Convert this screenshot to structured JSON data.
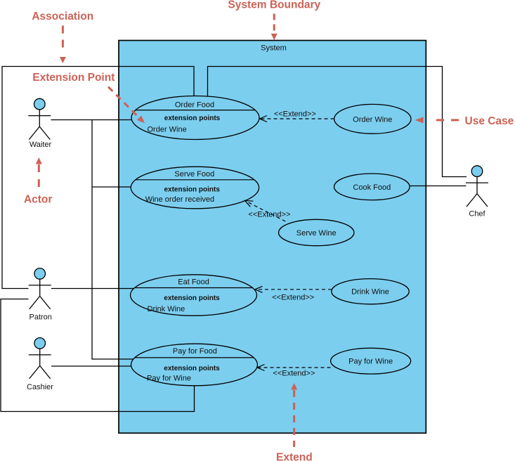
{
  "colors": {
    "background": "#ffffff",
    "shape-fill": "#7cceef",
    "shape-stroke": "#000000",
    "text": "#111111",
    "annotation": "#cc6256"
  },
  "system": {
    "label": "System"
  },
  "use_cases": {
    "order_food": {
      "title": "Order Food",
      "extension_header": "extension points",
      "extension_point": "Order Wine"
    },
    "serve_food": {
      "title": "Serve Food",
      "extension_header": "extension points",
      "extension_point": "Wine order received"
    },
    "eat_food": {
      "title": "Eat Food",
      "extension_header": "extension points",
      "extension_point": "Drink Wine"
    },
    "pay_for_food": {
      "title": "Pay for Food",
      "extension_header": "extension points",
      "extension_point": "Pay for Wine"
    },
    "order_wine": {
      "title": "Order Wine"
    },
    "cook_food": {
      "title": "Cook Food"
    },
    "serve_wine": {
      "title": "Serve Wine"
    },
    "drink_wine": {
      "title": "Drink Wine"
    },
    "pay_for_wine": {
      "title": "Pay for Wine"
    }
  },
  "actors": {
    "waiter": {
      "name": "Waiter"
    },
    "chef": {
      "name": "Chef"
    },
    "patron": {
      "name": "Patron"
    },
    "cashier": {
      "name": "Cashier"
    }
  },
  "stereotypes": {
    "extend": "<<Extend>>"
  },
  "annotations": {
    "association": "Association",
    "system_boundary": "System Boundary",
    "extension_point": "Extension Point",
    "use_case": "Use Case",
    "actor": "Actor",
    "extend": "Extend"
  }
}
